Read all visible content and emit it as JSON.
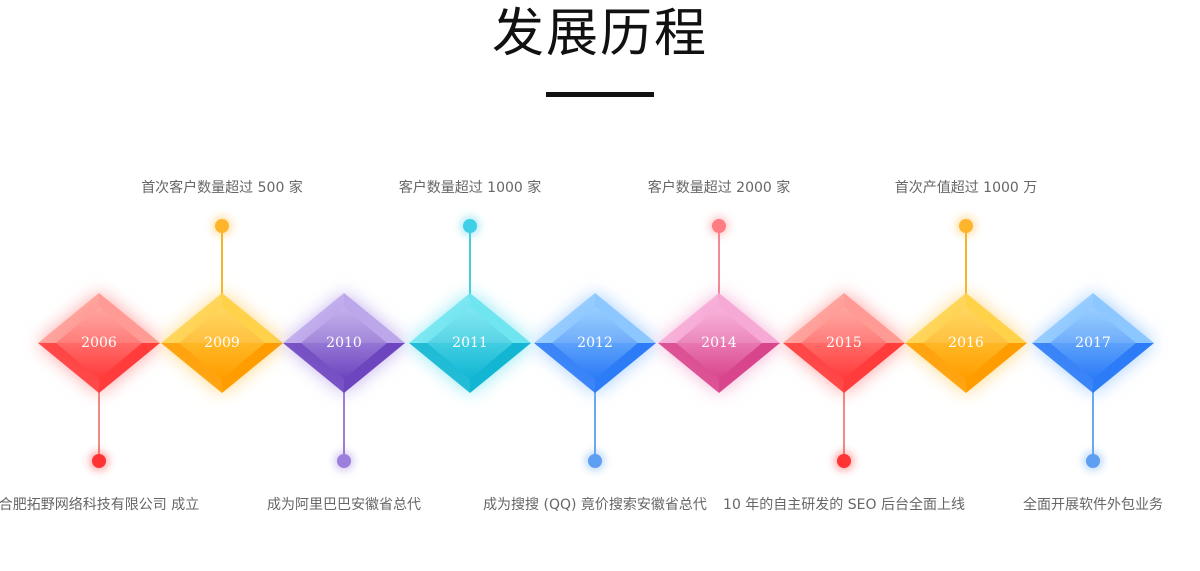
{
  "title": "发展历程",
  "milestones": [
    {
      "year": "2006",
      "text": "合肥拓野网络科技有限公司 成立",
      "position": "below",
      "colors": {
        "top": "#ff9b94",
        "bottom": "#ff3b3b",
        "stem": "#f08a84",
        "dot": "#ff3333",
        "glow": "#ff6a6a"
      }
    },
    {
      "year": "2009",
      "text": "首次客户数量超过 500 家",
      "position": "above",
      "colors": {
        "top": "#ffd24a",
        "bottom": "#ff9d00",
        "stem": "#f5b52b",
        "dot": "#ffb52b",
        "glow": "#ffc240"
      }
    },
    {
      "year": "2010",
      "text": "成为阿里巴巴安徽省总代",
      "position": "below",
      "colors": {
        "top": "#bca7ea",
        "bottom": "#6d45bf",
        "stem": "#9a7fd6",
        "dot": "#9c7fdd",
        "glow": "#a487e6"
      }
    },
    {
      "year": "2011",
      "text": "客户数量超过 1000 家",
      "position": "above",
      "colors": {
        "top": "#6fe5f0",
        "bottom": "#12b6d3",
        "stem": "#48cde0",
        "dot": "#3fcfe6",
        "glow": "#4fdbee"
      }
    },
    {
      "year": "2012",
      "text": "成为搜搜 (QQ) 竟价搜索安徽省总代",
      "position": "below",
      "colors": {
        "top": "#8cc8ff",
        "bottom": "#2c7bf7",
        "stem": "#6aa9f1",
        "dot": "#5f9ff2",
        "glow": "#70b2ff"
      }
    },
    {
      "year": "2014",
      "text": "客户数量超过 2000 家",
      "position": "above",
      "colors": {
        "top": "#f7a9d6",
        "bottom": "#d9458c",
        "stem": "#f08a95",
        "dot": "#ff7c82",
        "glow": "#ee88c2"
      }
    },
    {
      "year": "2015",
      "text": "10 年的自主研发的 SEO 后台全面上线",
      "position": "below",
      "colors": {
        "top": "#ff9b94",
        "bottom": "#ff3b3b",
        "stem": "#f08a84",
        "dot": "#ff3333",
        "glow": "#ff6a6a"
      }
    },
    {
      "year": "2016",
      "text": "首次产值超过 1000 万",
      "position": "above",
      "colors": {
        "top": "#ffd24a",
        "bottom": "#ff9d00",
        "stem": "#f5b52b",
        "dot": "#ffb52b",
        "glow": "#ffc240"
      }
    },
    {
      "year": "2017",
      "text": "全面开展软件外包业务",
      "position": "below",
      "colors": {
        "top": "#8cc8ff",
        "bottom": "#2c7bf7",
        "stem": "#6aa9f1",
        "dot": "#5f9ff2",
        "glow": "#70b2ff"
      }
    }
  ]
}
